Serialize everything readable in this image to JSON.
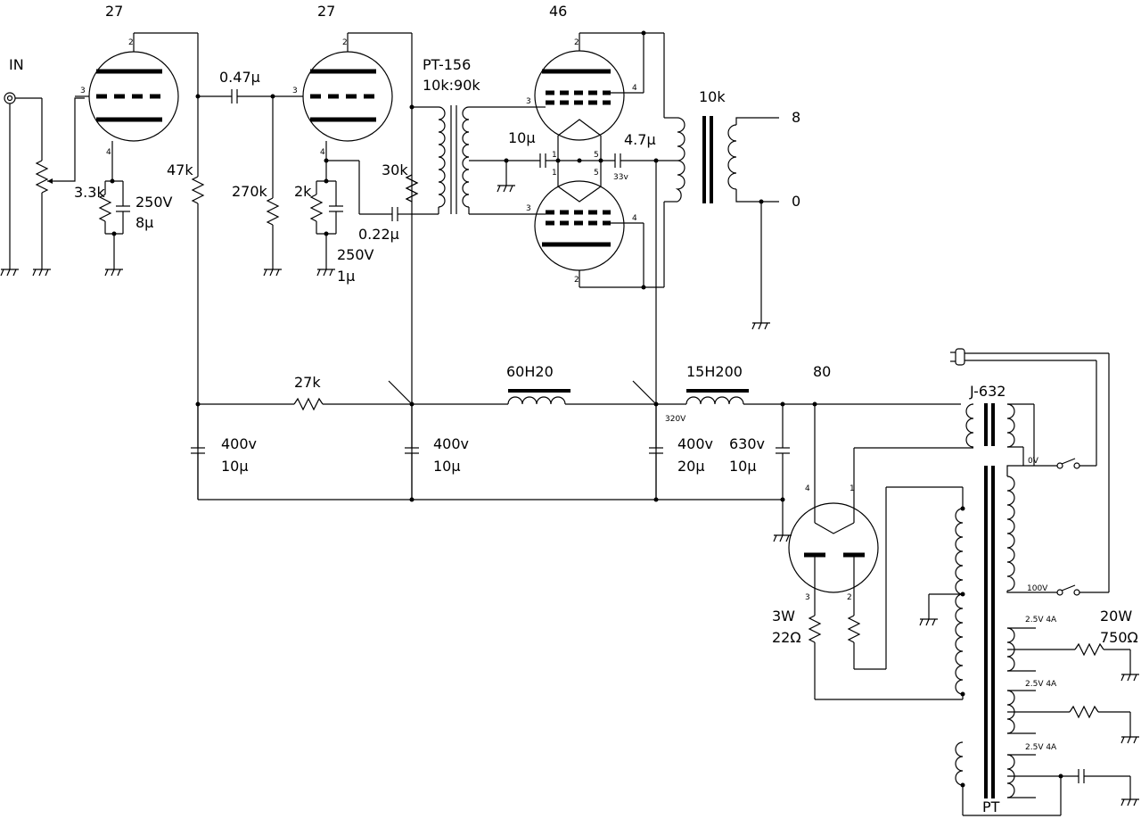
{
  "labels": {
    "input": "IN",
    "v1": "27",
    "v2": "27",
    "v_out": "46",
    "v_rect": "80",
    "c_couple": "0.47μ",
    "r_in_cath": "3.3k",
    "c_in_cath_v": "250V",
    "c_in_cath_c": "8μ",
    "r_plate1": "47k",
    "r_grid2": "270k",
    "r_cath2": "2k",
    "c_cath2_v": "250V",
    "c_cath2_c": "1μ",
    "c_fb": "0.22μ",
    "r_fb": "30k",
    "it_name": "PT-156",
    "it_ratio": "10k:90k",
    "c_cath46": "10μ",
    "c_grid46": "4.7μ",
    "v_33": "33v",
    "ot_imp": "10k",
    "ot_8": "8",
    "ot_0": "0",
    "r_dec": "27k",
    "choke1": "60H20",
    "choke2": "15H200",
    "v_320": "320V",
    "c1_v": "400v",
    "c1_c": "10μ",
    "c2_v": "400v",
    "c2_c": "10μ",
    "c3_v": "400v",
    "c3_c": "20μ",
    "c4_v": "630v",
    "c4_c": "10μ",
    "t_aux": "J-632",
    "t_0v": "0V",
    "t_100v": "100V",
    "r_rect_w": "3W",
    "r_rect_o": "22Ω",
    "fil1": "2.5V 4A",
    "fil2": "2.5V 4A",
    "fil3": "2.5V 4A",
    "r_bleed_w": "20W",
    "r_bleed_o": "750Ω",
    "pt": "PT"
  }
}
